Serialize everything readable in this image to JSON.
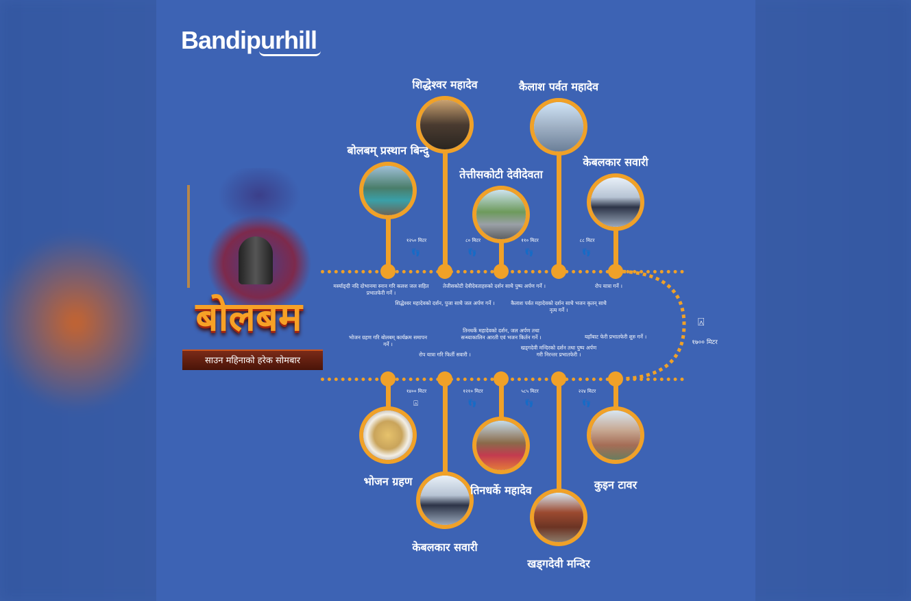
{
  "brand": "Bandipurhill",
  "event": {
    "title": "बोलबम",
    "subtitle": "साउन महिनाको हरेक सोमबार"
  },
  "colors": {
    "background": "#3d63b4",
    "route": "#f0a128"
  },
  "top_stops": [
    {
      "title": "बोलबम् प्रस्थान बिन्दु",
      "desc": "मर्स्याङ्दी नदि दोभानमा स्नान गरि कलश जल सहित प्रभातफेरी गर्ने ।",
      "photo": "river"
    },
    {
      "title": "शिद्धेश्वर महादेव",
      "desc": "शिद्धेश्वर महादेवको दर्शन, पुजा साथै जल अर्पण गर्ने ।",
      "photo": "statue"
    },
    {
      "title": "तेत्तीसकोटी देवीदेवता",
      "desc": "तेत्तीसकोटी देवीदेवताहरुको दर्शन साथै पुष्प अर्पण गर्ने ।",
      "photo": "road"
    },
    {
      "title": "कैलाश पर्वत महादेव",
      "desc": "कैलाश पर्वत महादेवको दर्शन साथै भजन कृतन् साथै नृत्य गर्ने ।",
      "photo": "shiva-statue"
    },
    {
      "title": "केबलकार सवारी",
      "desc": "रोप यात्रा गर्ने ।",
      "photo": "cablecar"
    }
  ],
  "top_distances": [
    "१२५० मिटर",
    "८० मिटर",
    "११० मिटर",
    "८८ मिटर"
  ],
  "right_distance": "१७०० मिटर",
  "bottom_stops": [
    {
      "title": "भोजन ग्रहण",
      "desc": "भोजन ग्रहण गरि बोलबम् कार्यक्रम समापन गर्ने ।",
      "photo": "food"
    },
    {
      "title": "केबलकार सवारी",
      "desc": "रोप यात्रा गरि फिर्ती सवारी ।",
      "photo": "cablecar"
    },
    {
      "title": "तिनधर्के महादेव",
      "desc": "तिनधर्के महादेवको दर्शन, जल अर्पण तथा सन्ध्याकालिन आरती एवं भजन किर्तन गर्ने ।",
      "photo": "temple-crowd"
    },
    {
      "title": "खड्गदेवी मन्दिर",
      "desc": "खड्गदेवी मन्दिरको दर्शन तथा पुष्प अर्पण गरी निरन्तर प्रभातफेरी ।",
      "photo": "temple"
    },
    {
      "title": "कुइन टावर",
      "desc": "यहाँबाट फेरी प्रभातफेरी शुरु गर्ने ।",
      "photo": "tower"
    }
  ],
  "bottom_distances": [
    "१४०० मिटर",
    "१२१० मिटर",
    "५८५ मिटर",
    "२२४ मिटर"
  ]
}
